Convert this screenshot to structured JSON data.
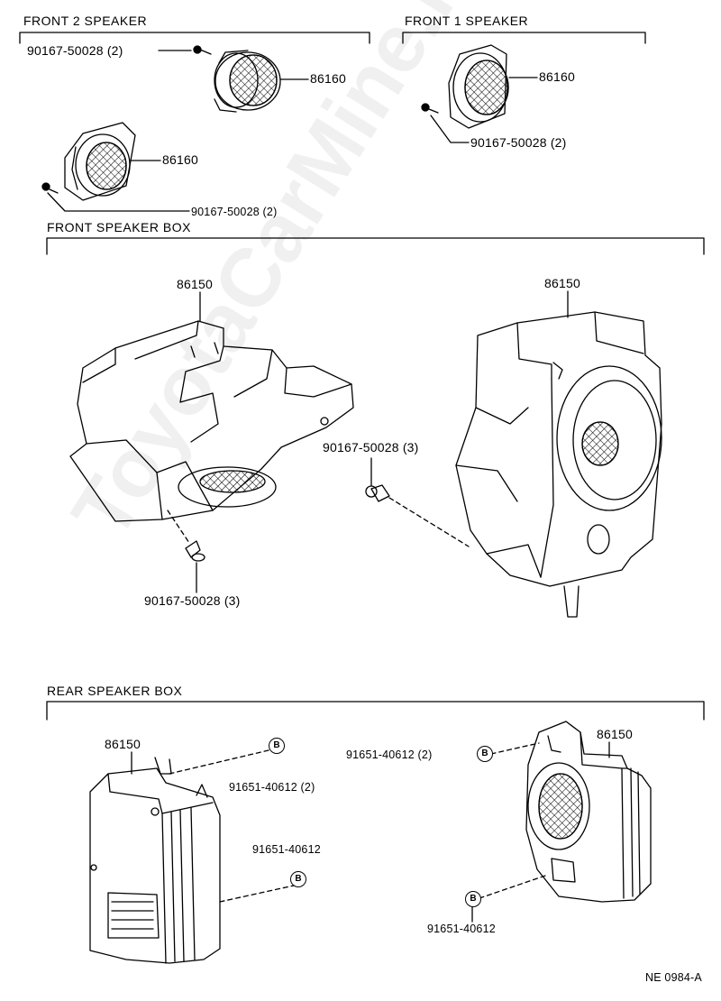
{
  "sections": {
    "front2": "FRONT 2 SPEAKER",
    "front1": "FRONT 1 SPEAKER",
    "front_box": "FRONT SPEAKER BOX",
    "rear_box": "REAR SPEAKER BOX"
  },
  "labels": {
    "f2_screw_top": "90167-50028 (2)",
    "f2_speaker_top": "86160",
    "f2_speaker_bottom": "86160",
    "f2_screw_bottom": "90167-50028 (2)",
    "f1_speaker": "86160",
    "f1_screw": "90167-50028 (2)",
    "fb_left_box": "86150",
    "fb_right_box": "86150",
    "fb_screw_right": "90167-50028 (3)",
    "fb_screw_left": "90167-50028 (3)",
    "rb_left_box": "86150",
    "rb_left_bolt_top": "91651-40612 (2)",
    "rb_left_bolt_bottom": "91651-40612",
    "rb_right_bolt_top": "91651-40612 (2)",
    "rb_right_box": "86150",
    "rb_right_bolt_bottom": "91651-40612",
    "bolt_marker": "B"
  },
  "code": "NE 0984-A",
  "watermark": "ToyotaCarMine.ru"
}
